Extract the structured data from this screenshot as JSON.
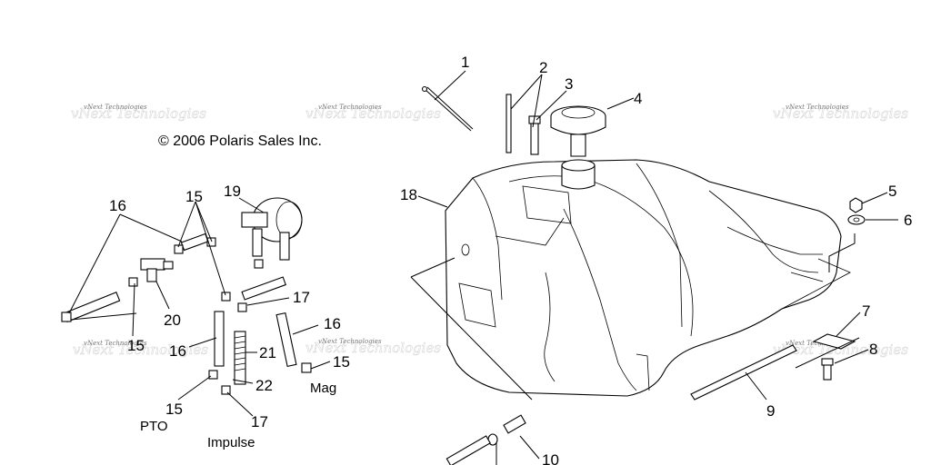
{
  "copyright": "© 2006 Polaris Sales Inc.",
  "watermark": "vNext Technologies",
  "labels": {
    "c1": "1",
    "c2": "2",
    "c3": "3",
    "c4": "4",
    "c5": "5",
    "c6": "6",
    "c7": "7",
    "c8": "8",
    "c9": "9",
    "c10": "10",
    "c18": "18",
    "c16a": "16",
    "c15a": "15",
    "c19": "19",
    "c20": "20",
    "c15b": "15",
    "c16b": "16",
    "c21": "21",
    "c17a": "17",
    "c16c": "16",
    "c15c": "15",
    "c22": "22",
    "c15d": "15",
    "c17b": "17"
  },
  "captions": {
    "mag": "Mag",
    "pto": "PTO",
    "impulse": "Impulse"
  }
}
